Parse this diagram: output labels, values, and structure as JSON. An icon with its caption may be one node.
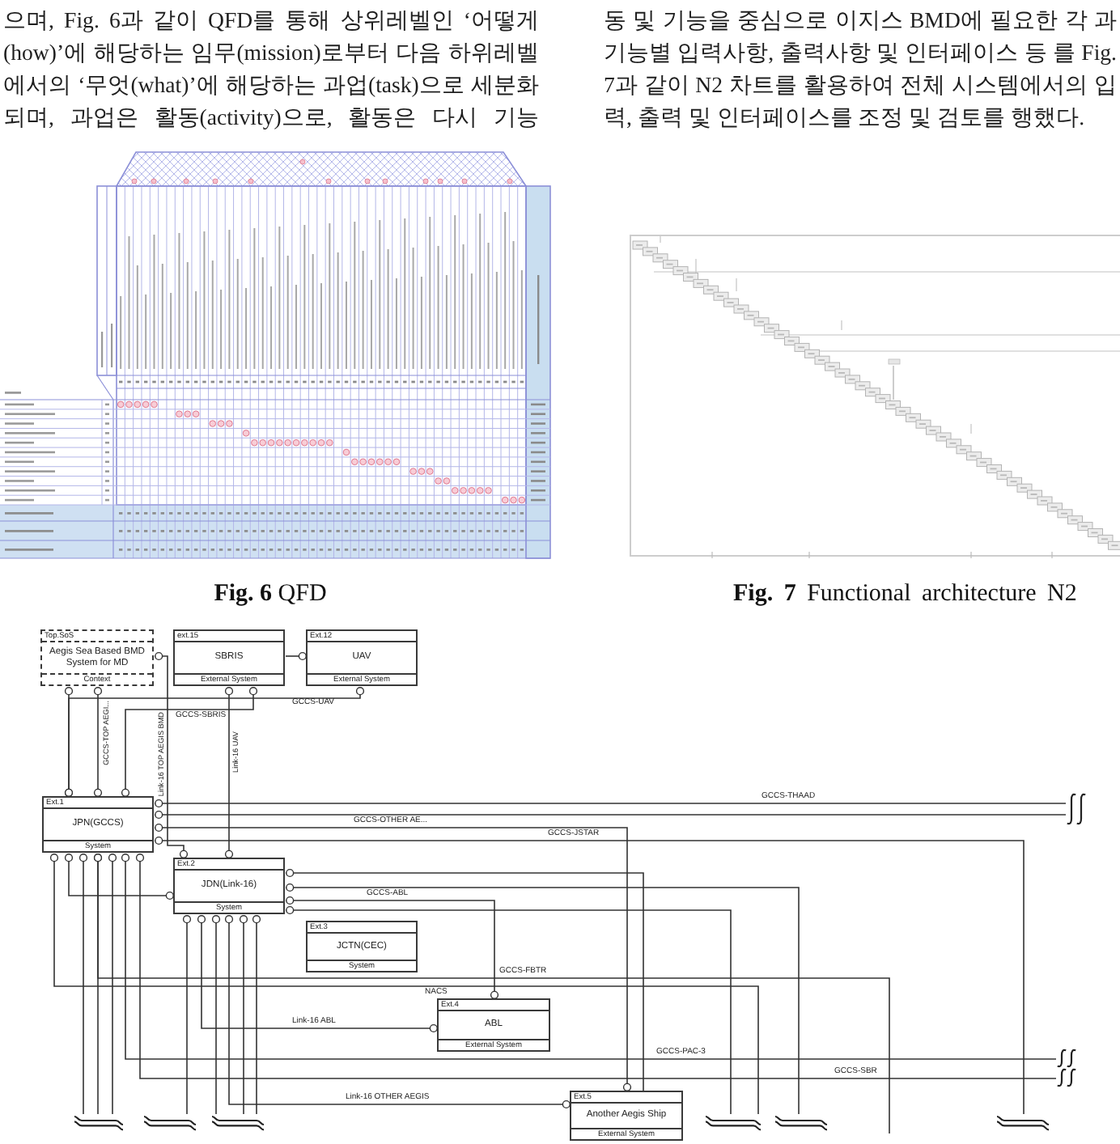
{
  "diagram": {
    "nodes": [
      {
        "text": [
          "Top.SoS",
          "Aegis Sea Based BMD System for MD",
          "Context"
        ]
      },
      {
        "text": [
          "ext.15",
          "SBRIS",
          "External System"
        ]
      },
      {
        "text": [
          "Ext.12",
          "UAV",
          "External System"
        ]
      },
      {
        "text": [
          "Ext.1",
          "JPN(GCCS)",
          "System"
        ]
      },
      {
        "text": [
          "Ext.2",
          "JDN(Link-16)",
          "System"
        ]
      },
      {
        "text": [
          "Ext.3",
          "JCTN(CEC)",
          "System"
        ]
      },
      {
        "text": [
          "Ext.4",
          "ABL",
          "External System"
        ]
      },
      {
        "text": [
          "Ext.5",
          "Another Aegis Ship",
          "External System"
        ]
      },
      {
        "text": [],
        "shape": "squiggle"
      },
      {
        "text": [],
        "shape": "squiggle"
      },
      {
        "text": [],
        "shape": "squiggle"
      },
      {
        "text": [],
        "shape": "squiggle"
      },
      {
        "text": [],
        "shape": "squiggle"
      },
      {
        "text": [],
        "shape": "squiggle"
      },
      {
        "text": [],
        "shape": "squiggle"
      },
      {
        "text": [],
        "shape": "squiggle"
      },
      {
        "text": [],
        "shape": "squiggle"
      }
    ],
    "edges": [
      {
        "from": 3,
        "to": 0,
        "arrow": "other",
        "label": "GCCS-TOP AEGI..."
      },
      {
        "from": 3,
        "to": 0,
        "arrow": "other"
      },
      {
        "from": 3,
        "to": 2,
        "arrow": "other",
        "label": "GCCS-UAV"
      },
      {
        "from": 3,
        "to": 1,
        "arrow": "other",
        "label": "GCCS-SBRIS"
      },
      {
        "from": 0,
        "to": 4,
        "arrow": "other",
        "label": "Link-16 TOP AEGIS BMD"
      },
      {
        "from": 4,
        "to": 1,
        "arrow": "other",
        "label": "Link-16 UAV"
      },
      {
        "from": 1,
        "to": 2,
        "arrow": "other"
      },
      {
        "from": 3,
        "to": 8,
        "arrow": "other",
        "label": "GCCS-THAAD"
      },
      {
        "from": 3,
        "to": 8,
        "arrow": "other"
      },
      {
        "from": 3,
        "to": 7,
        "arrow": "other",
        "label": "GCCS-OTHER AE..."
      },
      {
        "from": 3,
        "to": 16,
        "arrow": "other",
        "label": "GCCS-JSTAR"
      },
      {
        "from": 4,
        "to": 7,
        "arrow": "other"
      },
      {
        "from": 4,
        "to": 15,
        "arrow": "other"
      },
      {
        "from": 4,
        "to": 6,
        "arrow": "other",
        "label": "GCCS-ABL"
      },
      {
        "from": 4,
        "to": 14,
        "arrow": "other"
      },
      {
        "from": 3,
        "to": 4,
        "arrow": "other"
      },
      {
        "from": 3,
        "to": 14,
        "arrow": "other",
        "label": "NACS"
      },
      {
        "from": 3,
        "to": 11,
        "arrow": "other"
      },
      {
        "from": 3,
        "to": 11,
        "arrow": "other"
      },
      {
        "from": 3,
        "to": 11,
        "arrow": "other"
      },
      {
        "from": 3,
        "to": null,
        "arrow": "other",
        "label": "GCCS-FBTR"
      },
      {
        "from": 3,
        "to": 9,
        "arrow": "other",
        "label": "GCCS-PAC-3"
      },
      {
        "from": 3,
        "to": 10,
        "arrow": "other",
        "label": "GCCS-SBR"
      },
      {
        "from": 4,
        "to": 12,
        "arrow": "other"
      },
      {
        "from": 4,
        "to": 6,
        "arrow": "other",
        "label": "Link-16 ABL"
      },
      {
        "from": 4,
        "to": 13,
        "arrow": "other"
      },
      {
        "from": 4,
        "to": 7,
        "arrow": "other",
        "label": "Link-16 OTHER AEGIS"
      },
      {
        "from": 4,
        "to": 13,
        "arrow": "other"
      },
      {
        "from": 4,
        "to": 13,
        "arrow": "other"
      }
    ],
    "labels": [
      "으며, Fig. 6과 같이 QFD를 통해 상위레벨인 ‘어떻게(how)’에 해당하는 임무(mission)로부터 다음 하위레벨에서의 ‘무엇(what)’에 해당하는 과업(task)으로 세분화되며, 과업은 활동(activity)으로, 활동은 다시 기능",
      "동 및 기능을 중심으로 이지스 BMD에 필요한 각 과 기능별 입력사항, 출력사항 및 인터페이스 등 를 Fig. 7과 같이 N2 차트를 활용하여 전체 시스템에서의 입력, 출력 및 인터페이스를 조정 및 검토를 행했다.",
      "**Fig. 6** QFD",
      "**Fig. 7** Functional architecture N2"
    ]
  }
}
